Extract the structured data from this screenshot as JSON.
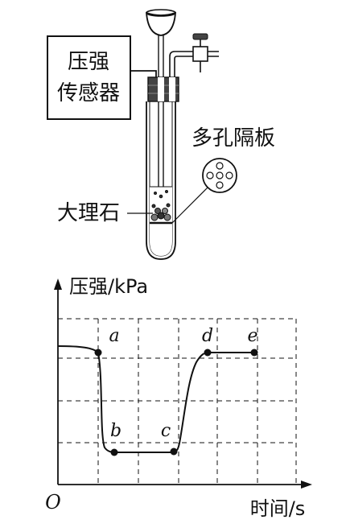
{
  "apparatus": {
    "sensor_label_line1": "压强",
    "sensor_label_line2": "传感器",
    "plate_label": "多孔隔板",
    "marble_label": "大理石"
  },
  "graph": {
    "ylabel": "压强/kPa",
    "xlabel": "时间/s",
    "origin_label": "O",
    "points": [
      {
        "label": "a"
      },
      {
        "label": "b"
      },
      {
        "label": "c"
      },
      {
        "label": "d"
      },
      {
        "label": "e"
      }
    ]
  },
  "colors": {
    "ink": "#111111",
    "background": "#ffffff",
    "stopper": "#444444"
  }
}
